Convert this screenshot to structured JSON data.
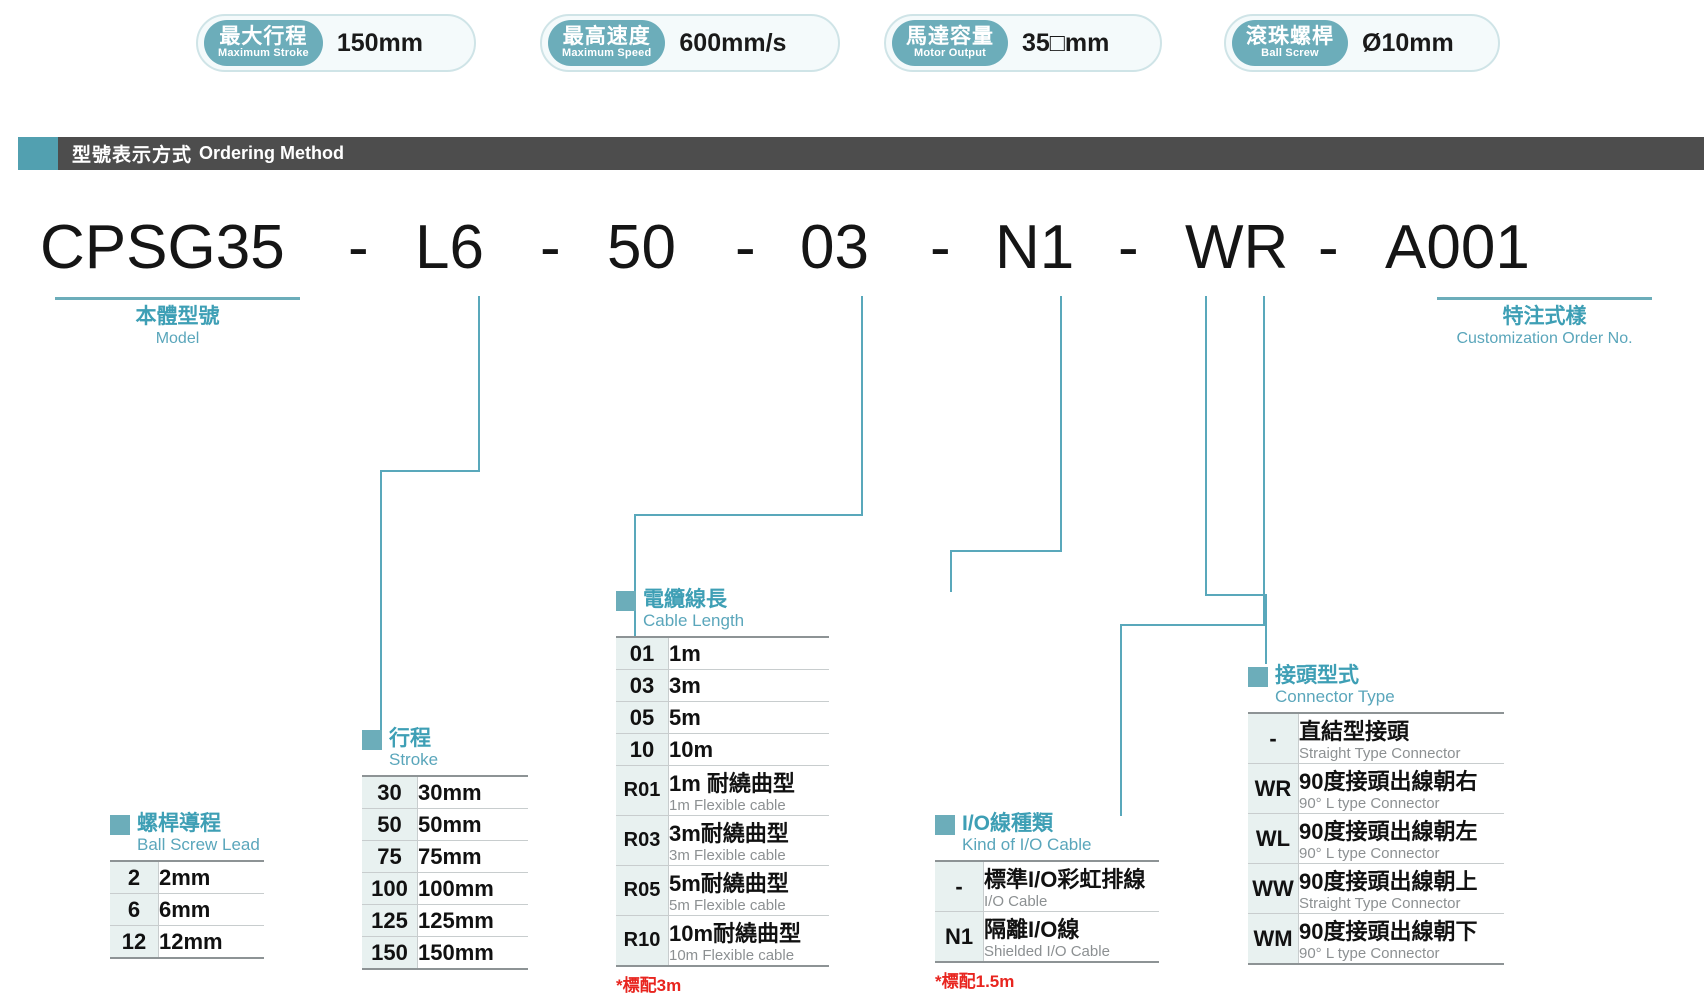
{
  "specs": [
    {
      "cn": "最大行程",
      "en": "Maximum Stroke",
      "value": "150mm"
    },
    {
      "cn": "最高速度",
      "en": "Maximum Speed",
      "value": "600mm/s"
    },
    {
      "cn": "馬達容量",
      "en": "Motor Output",
      "value": "35□mm"
    },
    {
      "cn": "滾珠螺桿",
      "en": "Ball Screw",
      "value": "Ø10mm"
    }
  ],
  "section": {
    "cn": "型號表示方式",
    "en": "Ordering Method"
  },
  "code": {
    "segments": [
      "CPSG35",
      "L6",
      "50",
      "03",
      "N1",
      "WR",
      "A001"
    ],
    "separator": "-"
  },
  "captions": {
    "model": {
      "cn": "本體型號",
      "en": "Model"
    },
    "custom": {
      "cn": "特注式樣",
      "en": "Customization Order No."
    }
  },
  "groups": {
    "lead": {
      "cn": "螺桿導程",
      "en": "Ball Screw Lead",
      "rows": [
        {
          "k": "2",
          "v": "2mm",
          "sub": ""
        },
        {
          "k": "6",
          "v": "6mm",
          "sub": ""
        },
        {
          "k": "12",
          "v": "12mm",
          "sub": ""
        }
      ],
      "note": ""
    },
    "stroke": {
      "cn": "行程",
      "en": "Stroke",
      "rows": [
        {
          "k": "30",
          "v": "30mm",
          "sub": ""
        },
        {
          "k": "50",
          "v": "50mm",
          "sub": ""
        },
        {
          "k": "75",
          "v": "75mm",
          "sub": ""
        },
        {
          "k": "100",
          "v": "100mm",
          "sub": ""
        },
        {
          "k": "125",
          "v": "125mm",
          "sub": ""
        },
        {
          "k": "150",
          "v": "150mm",
          "sub": ""
        }
      ],
      "note": ""
    },
    "cable": {
      "cn": "電纜線長",
      "en": "Cable Length",
      "rows": [
        {
          "k": "01",
          "v": "1m",
          "sub": ""
        },
        {
          "k": "03",
          "v": "3m",
          "sub": ""
        },
        {
          "k": "05",
          "v": "5m",
          "sub": ""
        },
        {
          "k": "10",
          "v": "10m",
          "sub": ""
        },
        {
          "k": "R01",
          "v": "1m 耐繞曲型",
          "sub": "1m Flexible cable"
        },
        {
          "k": "R03",
          "v": "3m耐繞曲型",
          "sub": "3m Flexible cable"
        },
        {
          "k": "R05",
          "v": "5m耐繞曲型",
          "sub": "5m Flexible cable"
        },
        {
          "k": "R10",
          "v": "10m耐繞曲型",
          "sub": "10m Flexible cable"
        }
      ],
      "note": "*標配3m"
    },
    "io": {
      "cn": "I/O線種類",
      "en": "Kind of I/O Cable",
      "rows": [
        {
          "k": "-",
          "v": "標準I/O彩虹排線",
          "sub": "I/O Cable"
        },
        {
          "k": "N1",
          "v": "隔離I/O線",
          "sub": "Shielded I/O Cable"
        }
      ],
      "note": "*標配1.5m"
    },
    "connector": {
      "cn": "接頭型式",
      "en": "Connector Type",
      "rows": [
        {
          "k": "-",
          "v": "直結型接頭",
          "sub": "Straight Type Connector"
        },
        {
          "k": "WR",
          "v": "90度接頭出線朝右",
          "sub": "90° L type Connector"
        },
        {
          "k": "WL",
          "v": "90度接頭出線朝左",
          "sub": "90° L type Connector"
        },
        {
          "k": "WW",
          "v": "90度接頭出線朝上",
          "sub": "Straight Type Connector"
        },
        {
          "k": "WM",
          "v": "90度接頭出線朝下",
          "sub": "90° L type Connector"
        }
      ],
      "note": ""
    }
  },
  "colors": {
    "teal": "#6cadba",
    "teal_text": "#3e9fb5",
    "teal_line": "#59a8bb",
    "header_bar": "#4d4d4d",
    "note_red": "#e8251f",
    "key_bg": "#e8f1f0"
  }
}
